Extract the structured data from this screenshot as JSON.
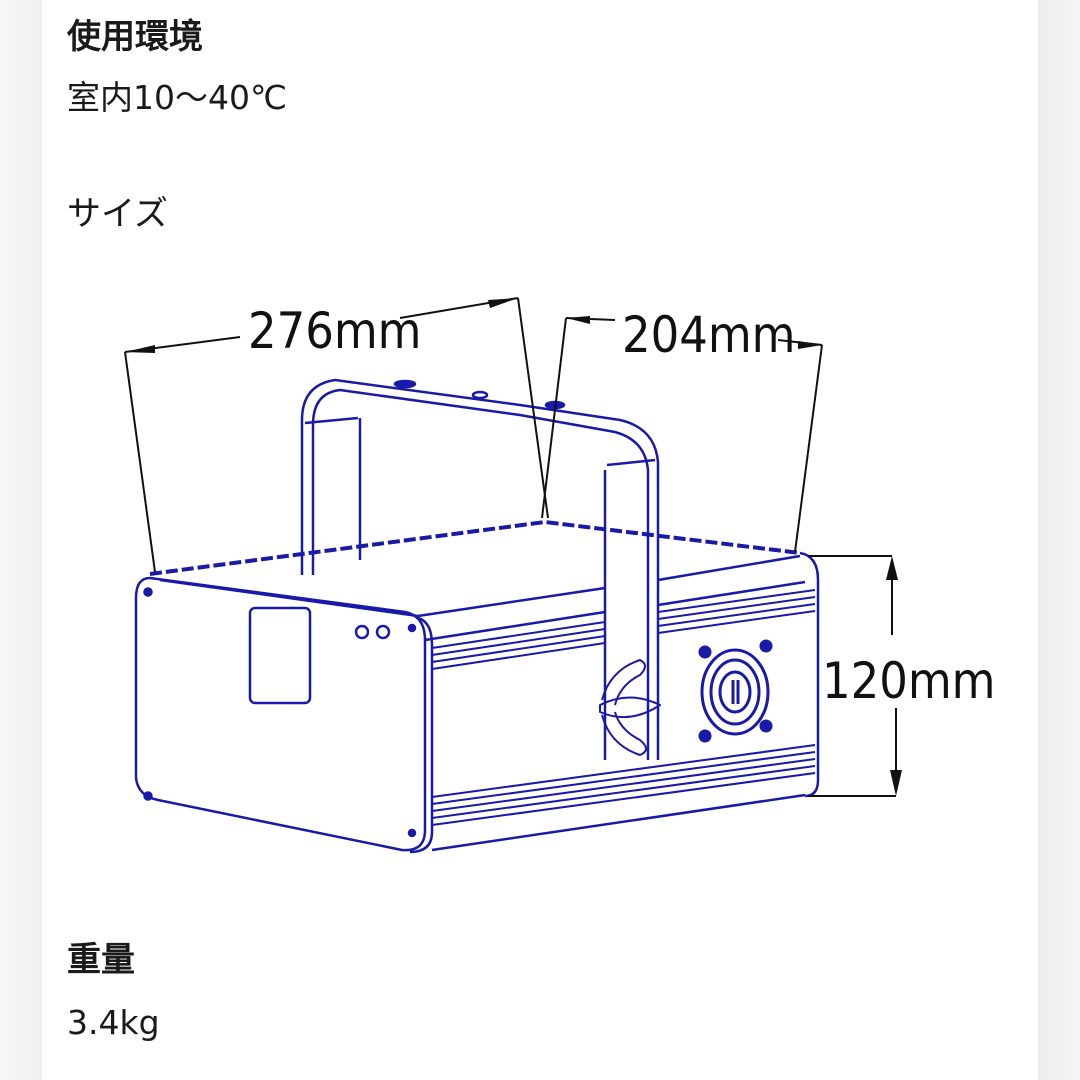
{
  "specs": [
    {
      "label": "使用環境",
      "value": "室内10〜40℃"
    },
    {
      "label": "サイズ"
    },
    {
      "label": "重量",
      "value": "3.4kg"
    }
  ],
  "diagram": {
    "subject": "laser-light-unit-line-drawing",
    "dimensions": {
      "width": "276mm",
      "depth": "204mm",
      "height": "120mm"
    },
    "colors": {
      "outline": "#1a1aa8",
      "dimension_lines": "#111111"
    }
  }
}
